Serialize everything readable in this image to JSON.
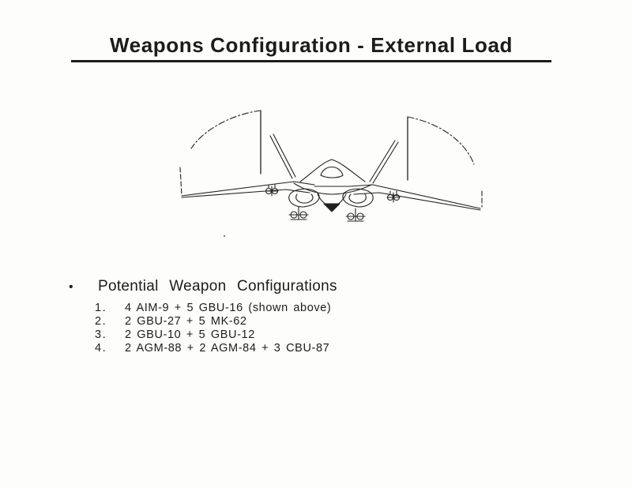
{
  "header": {
    "title": "Weapons Configuration - External Load"
  },
  "figure": {
    "icon": "aircraft-front-view-icon"
  },
  "section": {
    "bullet": "•",
    "heading": "Potential Weapon Configurations",
    "items": [
      {
        "number": "1.",
        "text": "4 AIM-9 + 5 GBU-16 (shown above)"
      },
      {
        "number": "2.",
        "text": "2 GBU-27 + 5 MK-62"
      },
      {
        "number": "3.",
        "text": "2 GBU-10 + 5 GBU-12"
      },
      {
        "number": "4.",
        "text": "2 AGM-88 + 2 AGM-84 + 3 CBU-87"
      }
    ]
  }
}
